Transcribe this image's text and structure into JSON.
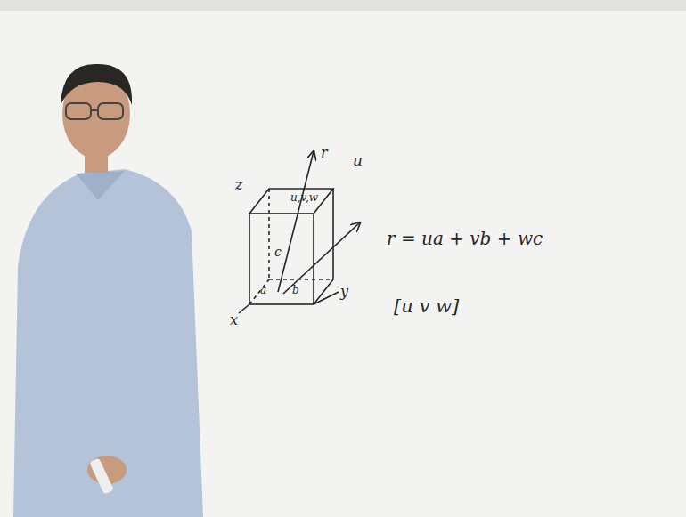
{
  "diagram": {
    "labels": [
      "z",
      "u,v,w",
      "c",
      "a",
      "b",
      "x",
      "y",
      "r",
      "u",
      "r = ua + vb + wc",
      "[u v w]"
    ]
  }
}
